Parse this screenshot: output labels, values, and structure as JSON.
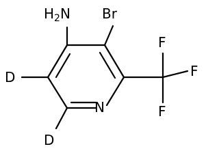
{
  "molecule": {
    "atoms": {
      "amine": {
        "label": "H",
        "subscript": "2",
        "tail": "N"
      },
      "bromine": "Br",
      "nitrogen": "N",
      "deuterium_1": "D",
      "deuterium_2": "D",
      "fluorine_1": "F",
      "fluorine_2": "F",
      "fluorine_3": "F"
    }
  }
}
